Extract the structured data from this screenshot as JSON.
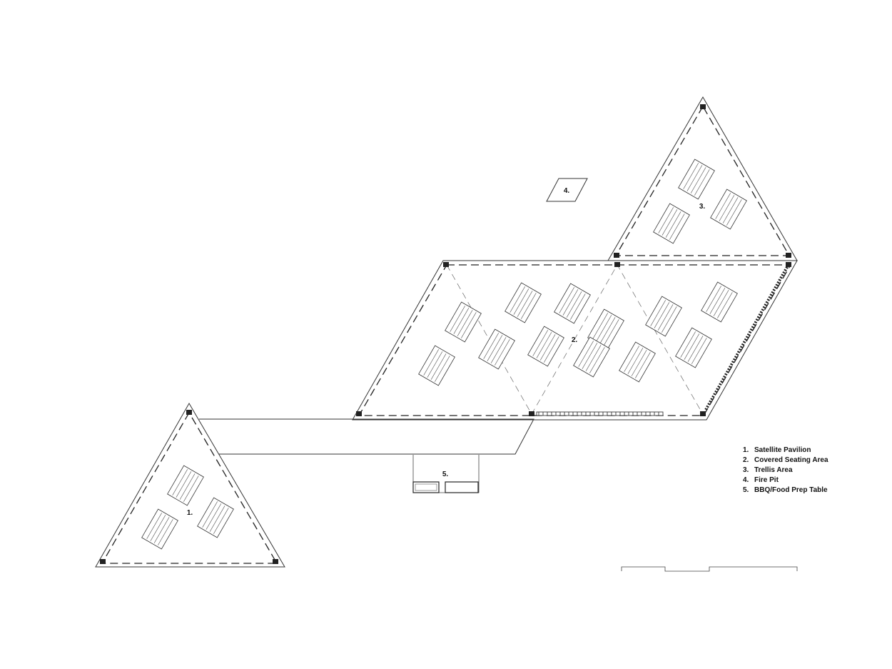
{
  "markers": {
    "m1": "1.",
    "m2": "2.",
    "m3": "3.",
    "m4": "4.",
    "m5": "5."
  },
  "legend": [
    {
      "num": "1.",
      "label": "Satellite Pavilion"
    },
    {
      "num": "2.",
      "label": "Covered Seating Area"
    },
    {
      "num": "3.",
      "label": "Trellis Area"
    },
    {
      "num": "4.",
      "label": "Fire Pit"
    },
    {
      "num": "5.",
      "label": "BBQ/Food Prep Table"
    }
  ],
  "colors": {
    "line": "#333333",
    "background": "#ffffff"
  }
}
